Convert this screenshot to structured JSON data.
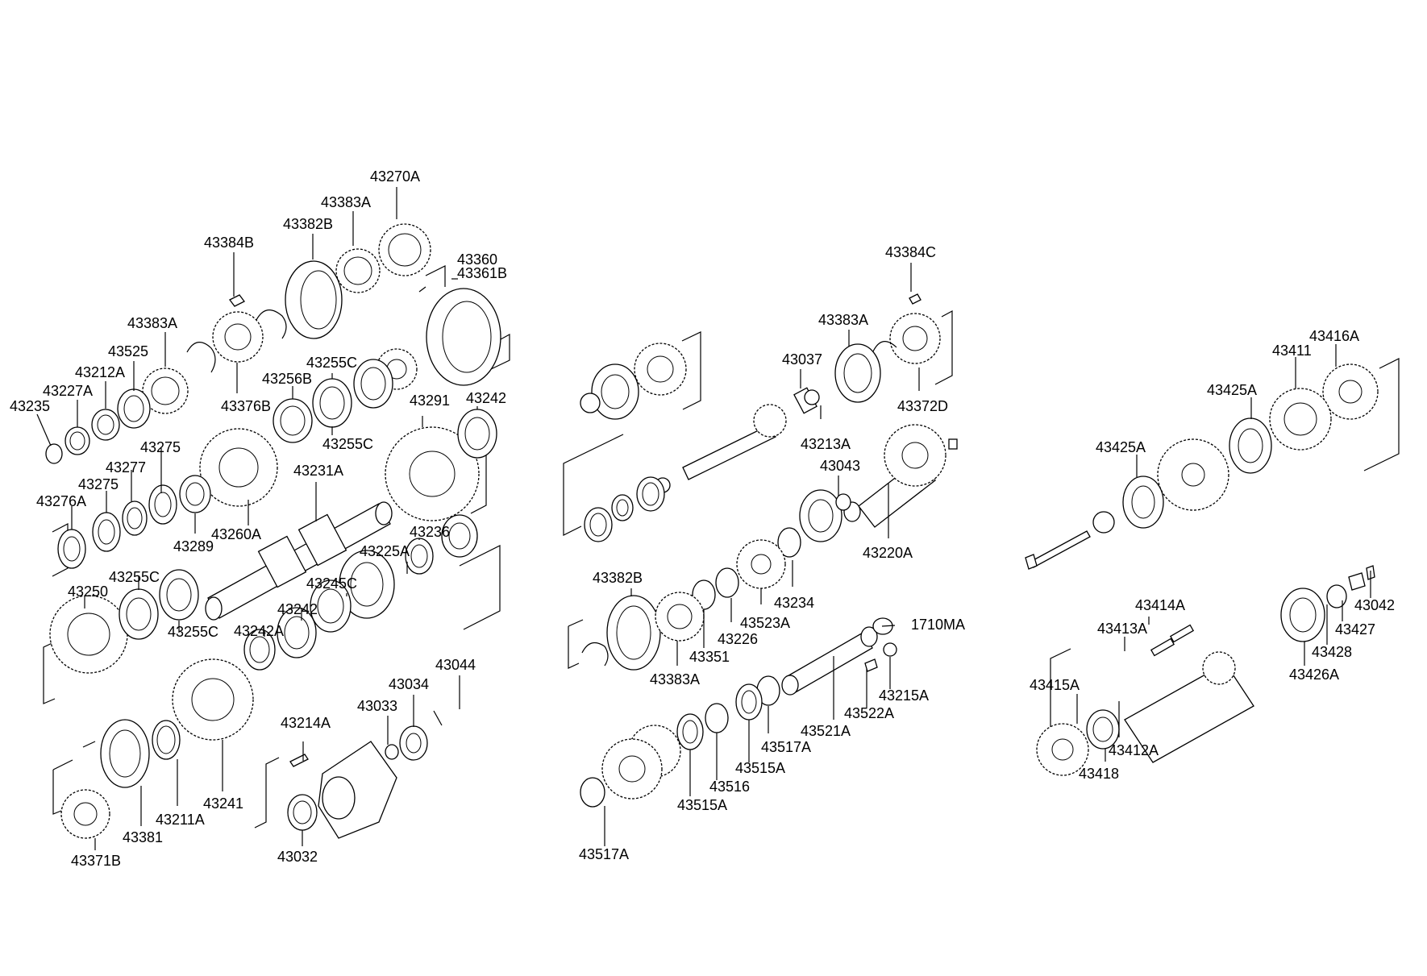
{
  "labels": {
    "p43270A": "43270A",
    "p43383A_top": "43383A",
    "p43382B": "43382B",
    "p43384B": "43384B",
    "p43360": "43360",
    "p43361B": "43361B",
    "p43383A_left": "43383A",
    "p43525": "43525",
    "p43212A": "43212A",
    "p43227A": "43227A",
    "p43235": "43235",
    "p43376B": "43376B",
    "p43256B": "43256B",
    "p43255C_a": "43255C",
    "p43255C_b": "43255C",
    "p43291": "43291",
    "p43242_a": "43242",
    "p43275_a": "43275",
    "p43277": "43277",
    "p43275_b": "43275",
    "p43276A": "43276A",
    "p43231A": "43231A",
    "p43260A": "43260A",
    "p43289": "43289",
    "p43225A": "43225A",
    "p43236": "43236",
    "p43255C_c": "43255C",
    "p43250": "43250",
    "p43245C": "43245C",
    "p43242_b": "43242",
    "p43255C_d": "43255C",
    "p43242A": "43242A",
    "p43034": "43034",
    "p43044": "43044",
    "p43033": "43033",
    "p43214A": "43214A",
    "p43241": "43241",
    "p43211A": "43211A",
    "p43381": "43381",
    "p43371B": "43371B",
    "p43032": "43032",
    "p43384C": "43384C",
    "p43383A_mid": "43383A",
    "p43037": "43037",
    "p43213A": "43213A",
    "p43372D": "43372D",
    "p43043": "43043",
    "p43220A": "43220A",
    "p43382B_mid": "43382B",
    "p43234": "43234",
    "p43523A": "43523A",
    "p43226": "43226",
    "p43351": "43351",
    "p43383A_mid2": "43383A",
    "p1710MA": "1710MA",
    "p43215A": "43215A",
    "p43522A": "43522A",
    "p43521A": "43521A",
    "p43517A_a": "43517A",
    "p43515A_a": "43515A",
    "p43516": "43516",
    "p43515A_b": "43515A",
    "p43517A_b": "43517A",
    "p43416A": "43416A",
    "p43411": "43411",
    "p43425A_a": "43425A",
    "p43425A_b": "43425A",
    "p43414A": "43414A",
    "p43413A": "43413A",
    "p43042": "43042",
    "p43427": "43427",
    "p43428": "43428",
    "p43426A": "43426A",
    "p43415A": "43415A",
    "p43412A": "43412A",
    "p43418": "43418"
  }
}
